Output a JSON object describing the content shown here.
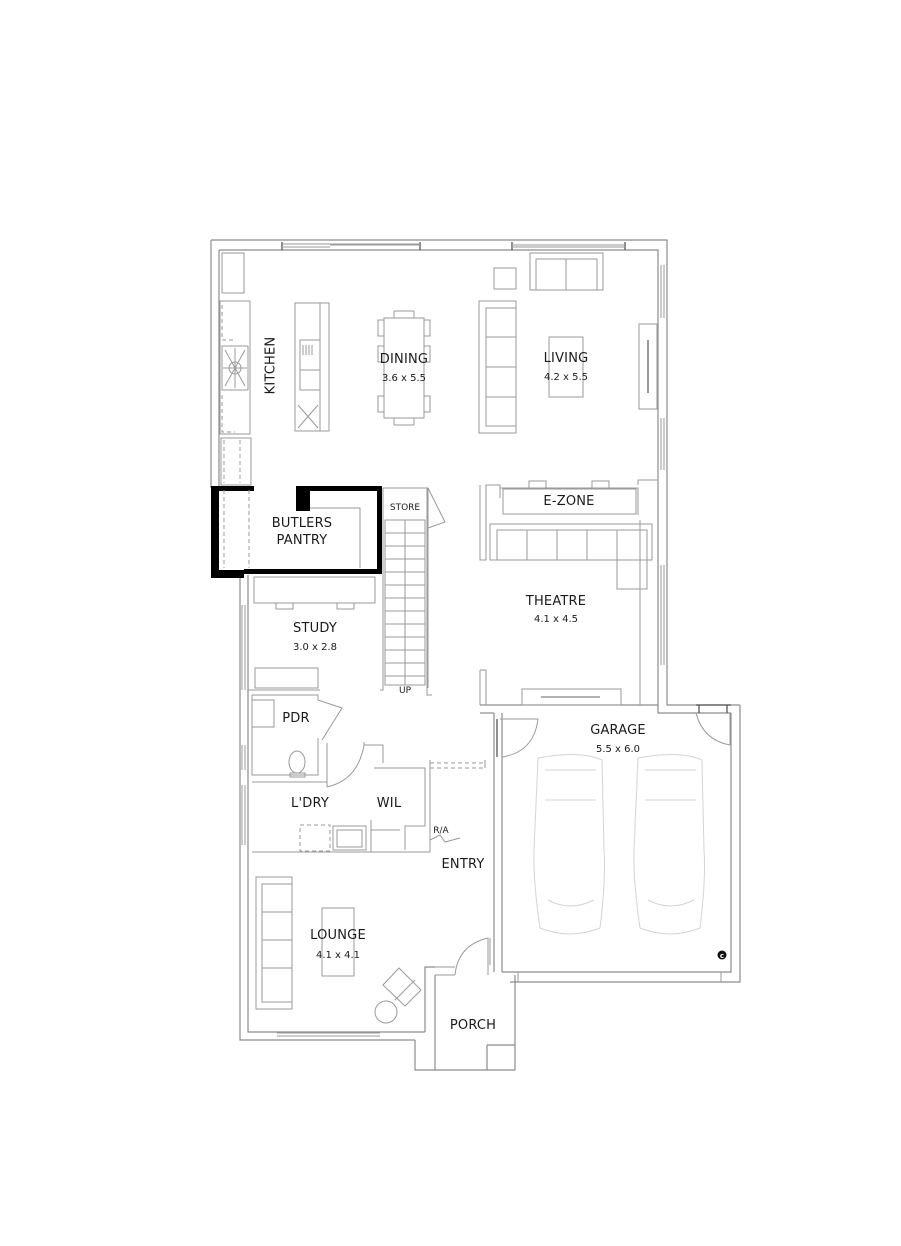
{
  "plan": {
    "type": "ground-floor-plan",
    "line_color": "#8c8c8c",
    "highlight_color": "#000000",
    "highlighted_room": "butlers_pantry"
  },
  "rooms": {
    "kitchen": {
      "name": "KITCHEN"
    },
    "dining": {
      "name": "DINING",
      "size": "3.6 x 5.5"
    },
    "living": {
      "name": "LIVING",
      "size": "4.2 x 5.5"
    },
    "ezone": {
      "name": "E-ZONE"
    },
    "butlers_pantry": {
      "name_line1": "BUTLERS",
      "name_line2": "PANTRY"
    },
    "store": {
      "name": "STORE"
    },
    "stairs": {
      "label": "UP"
    },
    "theatre": {
      "name": "THEATRE",
      "size": "4.1 x 4.5"
    },
    "study": {
      "name": "STUDY",
      "size": "3.0 x 2.8"
    },
    "pdr": {
      "name": "PDR"
    },
    "laundry": {
      "name": "L'DRY"
    },
    "wil": {
      "name": "WIL"
    },
    "garage": {
      "name": "GARAGE",
      "size": "5.5 x 6.0"
    },
    "entry": {
      "name": "ENTRY"
    },
    "ra": {
      "label": "R/A"
    },
    "lounge": {
      "name": "LOUNGE",
      "size": "4.1 x 4.1"
    },
    "porch": {
      "name": "PORCH"
    }
  },
  "symbols": {
    "copyright": "©"
  }
}
